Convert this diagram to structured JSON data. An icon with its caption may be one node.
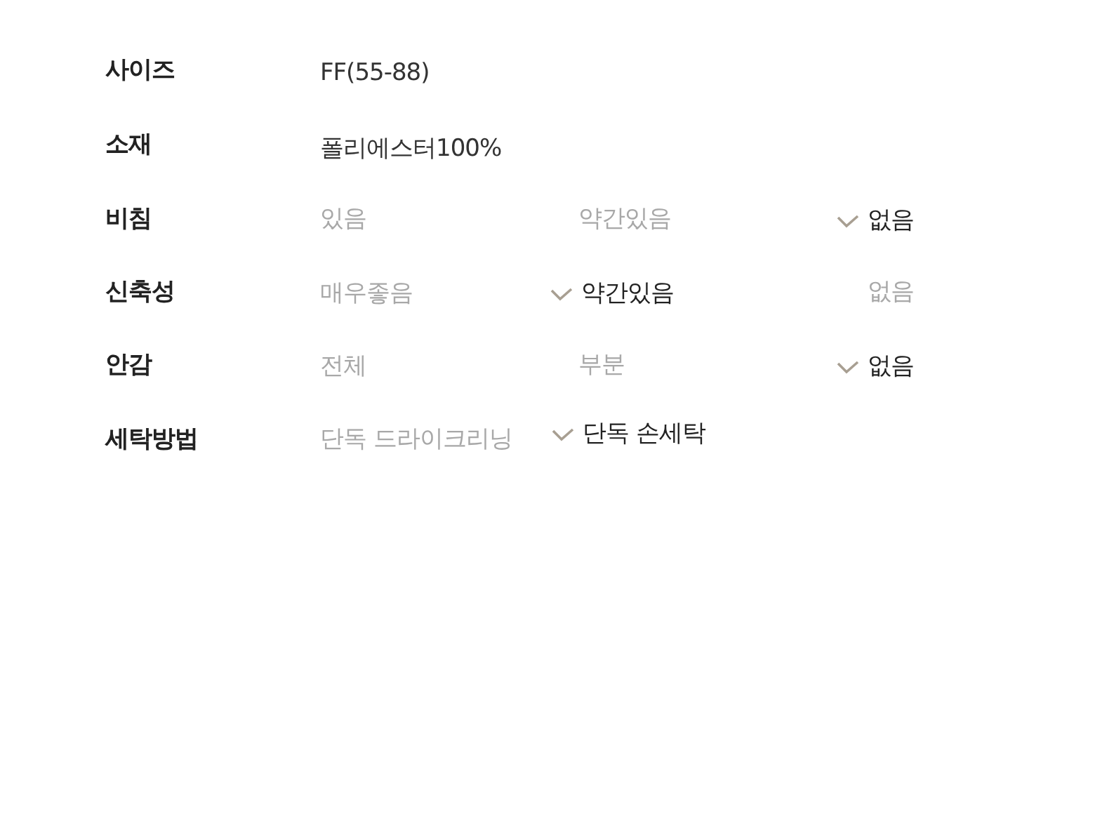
{
  "diagram": {
    "labels": [
      "사이즈",
      "FF(55-88)",
      "소재",
      "폴리에스터100%",
      "비침",
      "있음",
      "약간있음",
      "없음",
      "신축성",
      "매우좋음",
      "약간있음",
      "없음",
      "안감",
      "전체",
      "부분",
      "없음",
      "세탁방법",
      "단독 드라이크리닝",
      "단독 손세탁"
    ]
  }
}
